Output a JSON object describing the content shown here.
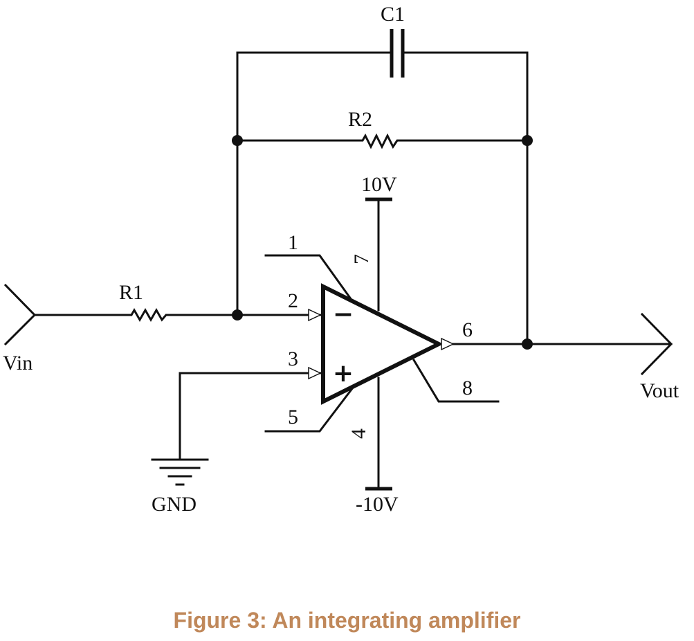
{
  "diagram": {
    "components": {
      "c1": "C1",
      "r2": "R2",
      "r1": "R1"
    },
    "supplies": {
      "positive": "10V",
      "negative": "-10V",
      "ground": "GND"
    },
    "pins": {
      "p1": "1",
      "p2": "2",
      "p3": "3",
      "p4": "4",
      "p5": "5",
      "p6": "6",
      "p7": "7",
      "p8": "8"
    },
    "ports": {
      "input": "Vin",
      "output": "Vout"
    },
    "opamp_signs": {
      "inverting": "−",
      "noninverting": "+"
    }
  },
  "caption": "Figure 3: An integrating amplifier",
  "colors": {
    "line": "#111111",
    "caption": "#c0885a"
  }
}
